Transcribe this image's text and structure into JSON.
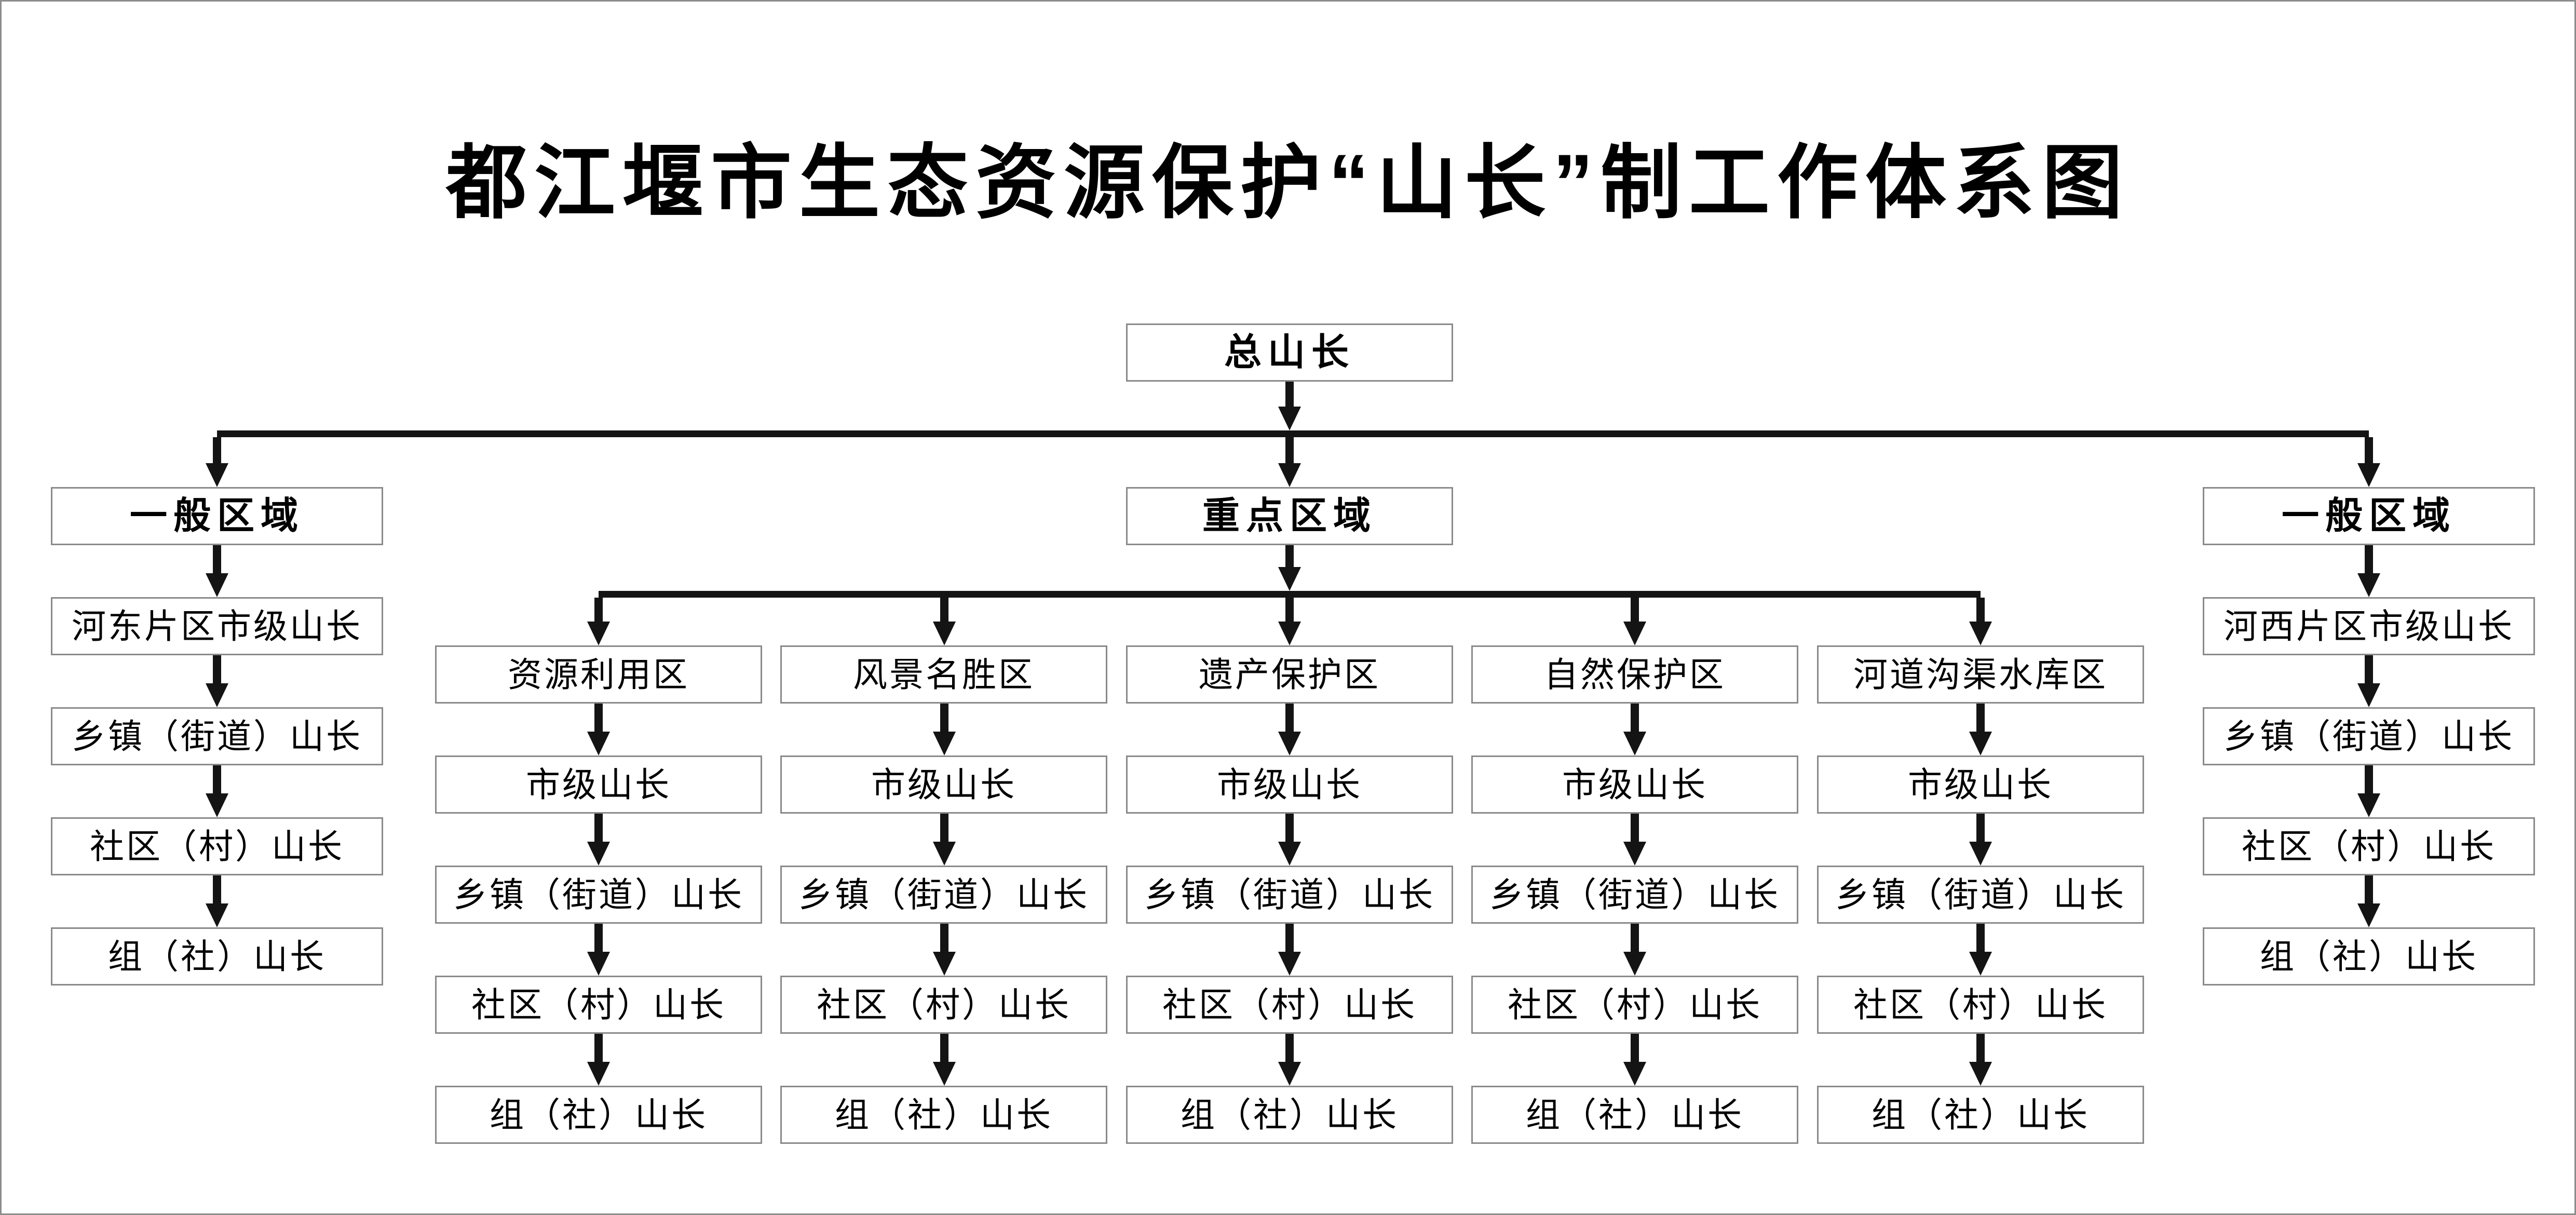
{
  "title": "都江堰市生态资源保护“山长”制工作体系图",
  "root": {
    "label": "总山长"
  },
  "branches": {
    "left": {
      "header": "一般区域",
      "nodes": [
        "河东片区市级山长",
        "乡镇（街道）山长",
        "社区（村）山长",
        "组（社）山长"
      ]
    },
    "center": {
      "header": "重点区域",
      "columns": [
        {
          "header": "资源利用区",
          "nodes": [
            "市级山长",
            "乡镇（街道）山长",
            "社区（村）山长",
            "组（社）山长"
          ]
        },
        {
          "header": "风景名胜区",
          "nodes": [
            "市级山长",
            "乡镇（街道）山长",
            "社区（村）山长",
            "组（社）山长"
          ]
        },
        {
          "header": "遗产保护区",
          "nodes": [
            "市级山长",
            "乡镇（街道）山长",
            "社区（村）山长",
            "组（社）山长"
          ]
        },
        {
          "header": "自然保护区",
          "nodes": [
            "市级山长",
            "乡镇（街道）山长",
            "社区（村）山长",
            "组（社）山长"
          ]
        },
        {
          "header": "河道沟渠水库区",
          "nodes": [
            "市级山长",
            "乡镇（街道）山长",
            "社区（村）山长",
            "组（社）山长"
          ]
        }
      ]
    },
    "right": {
      "header": "一般区域",
      "nodes": [
        "河西片区市级山长",
        "乡镇（街道）山长",
        "社区（村）山长",
        "组（社）山长"
      ]
    }
  },
  "colors": {
    "background": "#ffffff",
    "text": "#000000",
    "connector": "#141414",
    "box_border": "#8a8a8a",
    "frame_border": "#8c8c8c"
  }
}
